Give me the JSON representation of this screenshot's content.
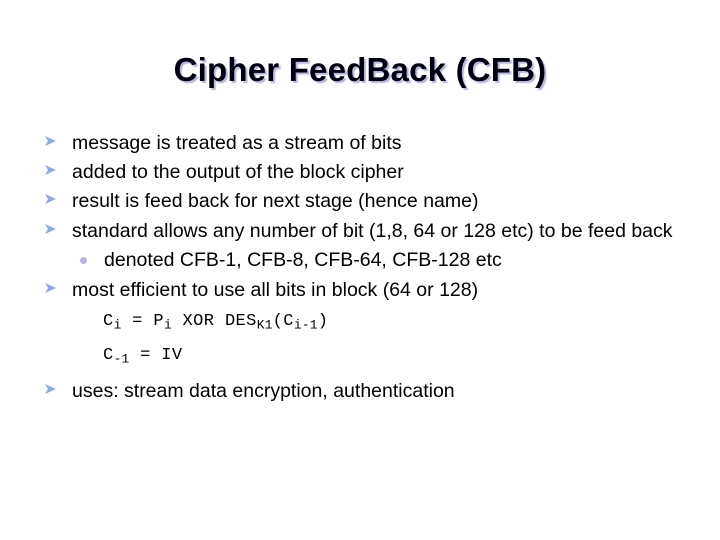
{
  "slide": {
    "title": "Cipher FeedBack (CFB)",
    "background_color": "#ffffff",
    "title_color": "#000010",
    "title_shadow_color": "#aaaad2",
    "bullet_marker_color": "#8fa9d8",
    "sub_bullet_marker_color": "#b7b3e0",
    "bullets": [
      {
        "level": 1,
        "text": "message is treated as a stream of bits"
      },
      {
        "level": 1,
        "text": "added to the output of the block cipher"
      },
      {
        "level": 1,
        "text": "result is feed back for next stage (hence name)"
      },
      {
        "level": 1,
        "text": "standard allows any number of bit (1,8, 64 or 128 etc) to be feed back"
      },
      {
        "level": 2,
        "text": "denoted CFB-1, CFB-8, CFB-64, CFB-128 etc"
      },
      {
        "level": 1,
        "text": "most efficient to use all bits in block (64 or 128)"
      },
      {
        "level": 1,
        "text": "uses: stream data encryption, authentication"
      }
    ],
    "formulas": [
      {
        "plain": "Ci = Pi XOR DESK1(Ci-1)",
        "parts": [
          {
            "t": "C"
          },
          {
            "sub": "i"
          },
          {
            "t": " = P"
          },
          {
            "sub": "i"
          },
          {
            "t": " XOR DES"
          },
          {
            "sub": "K1"
          },
          {
            "t": "(C"
          },
          {
            "sub": "i-1"
          },
          {
            "t": ")"
          }
        ]
      },
      {
        "plain": "C-1 = IV",
        "parts": [
          {
            "t": "C"
          },
          {
            "sub": "-1"
          },
          {
            "t": " = IV"
          }
        ]
      }
    ]
  }
}
